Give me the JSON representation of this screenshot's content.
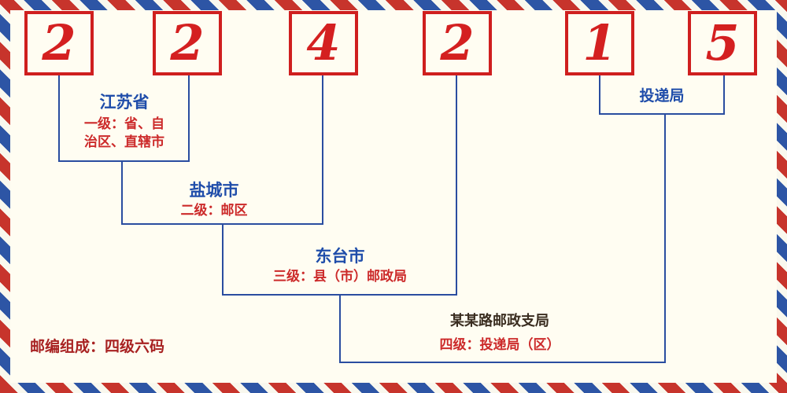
{
  "postal_code": {
    "digits": [
      "2",
      "2",
      "4",
      "2",
      "1",
      "5"
    ]
  },
  "annotations": {
    "level1": {
      "name": "江苏省",
      "desc_line1": "一级：省、自",
      "desc_line2": "治区、直辖市"
    },
    "level2": {
      "name": "盐城市",
      "desc": "二级：邮区"
    },
    "level3": {
      "name": "东台市",
      "desc": "三级：县（市）邮政局"
    },
    "level4": {
      "name": "某某路邮政支局",
      "desc": "四级：投递局（区）"
    },
    "delivery": {
      "name": "投递局"
    }
  },
  "footer": {
    "text": "邮编组成：四级六码"
  },
  "colors": {
    "digit_red": "#d42020",
    "box_border_red": "#cf1f1f",
    "line_blue": "#2a4da0",
    "label_blue": "#1f4daa",
    "desc_red": "#cc2a2a",
    "footer_red": "#a82222",
    "background": "#fffdf2",
    "stripe_red": "#c7342c",
    "stripe_blue": "#2d55a5"
  }
}
